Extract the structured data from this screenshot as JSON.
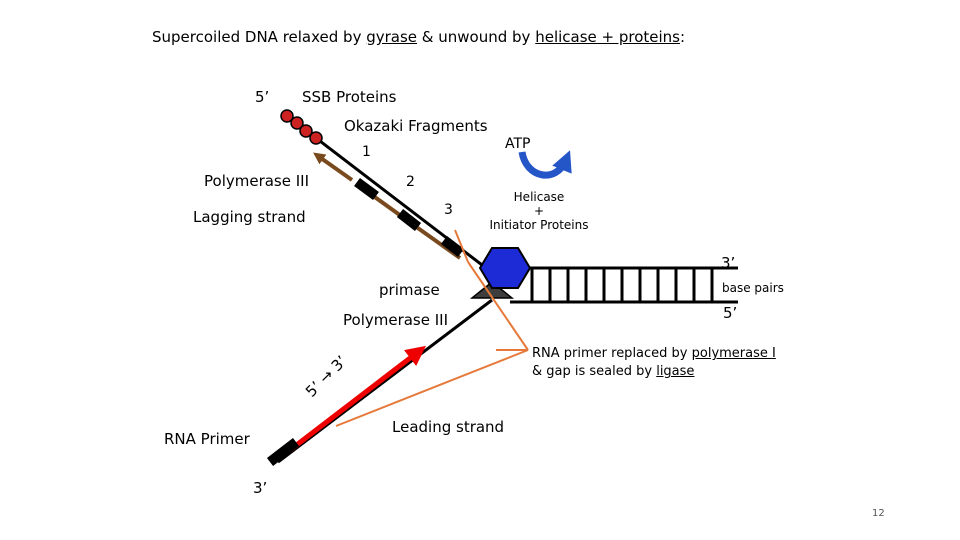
{
  "slide": {
    "title_parts": [
      "Supercoiled DNA relaxed by ",
      "gyrase",
      " & unwound by ",
      "helicase + proteins",
      ":"
    ],
    "page_number": "12"
  },
  "labels": {
    "five_prime_top": "5’",
    "ssb_proteins": "SSB Proteins",
    "okazaki_fragments": "Okazaki Fragments",
    "atp": "ATP",
    "fragment_1": "1",
    "fragment_2": "2",
    "fragment_3": "3",
    "polymerase_iii_top": "Polymerase III",
    "lagging_strand": "Lagging strand",
    "helicase_lines": [
      "Helicase",
      "+",
      "Initiator Proteins"
    ],
    "three_prime_right": "3’",
    "base_pairs": "base pairs",
    "five_prime_right": "5’",
    "primase": "primase",
    "polymerase_iii_mid": "Polymerase III",
    "rna_primer_note_parts": [
      "RNA primer replaced by ",
      "polymerase I"
    ],
    "rna_primer_note_line2_parts": [
      "& gap is sealed by ",
      "ligase"
    ],
    "direction_label": "5’ → 3’",
    "rna_primer": "RNA Primer",
    "leading_strand": "Leading strand",
    "three_prime_bottom": "3’"
  },
  "colors": {
    "primer_red": "#ee0000",
    "callout_orange": "#e6793a",
    "helicase_blue": "#1d2bd6",
    "atp_arrow_blue": "#2456c8",
    "okazaki_brown": "#7a4a1f",
    "ssb_red": "#cc2222"
  }
}
